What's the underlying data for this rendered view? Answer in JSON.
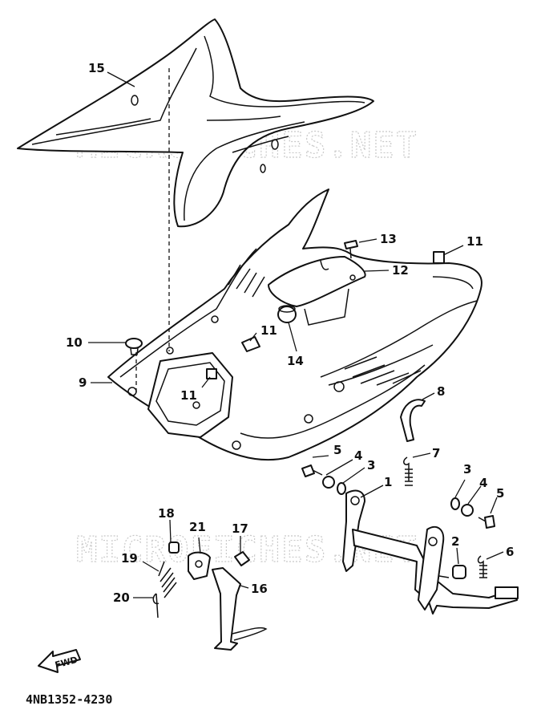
{
  "watermarks": [
    "MICROFICHES.NET",
    "MICROFICHES.NET"
  ],
  "callouts": [
    "15",
    "13",
    "12",
    "11",
    "10",
    "11",
    "14",
    "9",
    "11",
    "8",
    "5",
    "4",
    "3",
    "7",
    "1",
    "3",
    "4",
    "5",
    "2",
    "6",
    "18",
    "21",
    "17",
    "19",
    "16",
    "20"
  ],
  "fwd_label": "FWD",
  "diagram_code": "4NB1352-4230"
}
